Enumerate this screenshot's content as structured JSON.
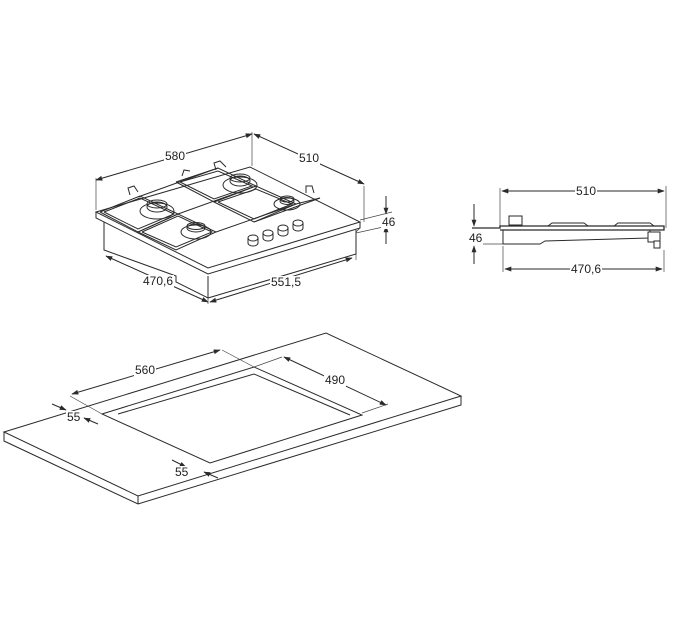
{
  "diagram": {
    "type": "technical-dimension-drawing",
    "subject": "built-in gas hob with 4 burners and installation cutout",
    "units": "mm",
    "views": {
      "isometric_hob": {
        "labels": {
          "width_top": "580",
          "depth_top": "510",
          "height": "46",
          "depth_bottom": "470,6",
          "width_bottom": "551,5"
        },
        "burners": 4,
        "knobs": 4
      },
      "side_view": {
        "labels": {
          "depth_top": "510",
          "height": "46",
          "depth_bottom": "470,6"
        }
      },
      "countertop_cutout": {
        "labels": {
          "cutout_width": "560",
          "cutout_depth": "490",
          "back_margin": "55",
          "front_margin": "55"
        }
      }
    }
  },
  "colors": {
    "line": "#2a2a2a",
    "background": "#ffffff"
  }
}
